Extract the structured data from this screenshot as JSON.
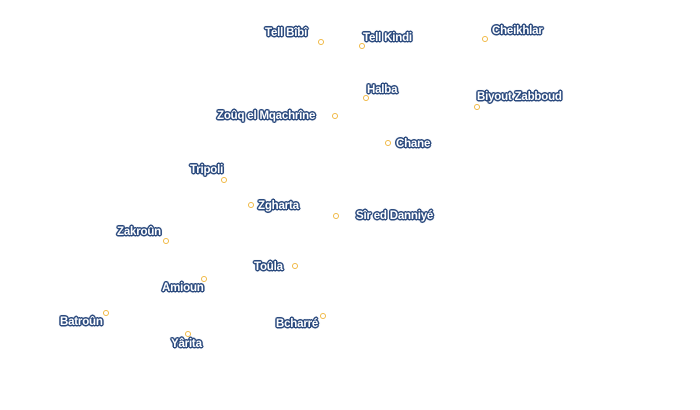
{
  "map": {
    "colors": {
      "marker": "#f0b945",
      "label_text": "#ffffff",
      "label_halo": "#2b4a7e",
      "background": "#ffffff"
    },
    "places": [
      {
        "id": "tell-bibi",
        "name": "Tell Bîbî"
      },
      {
        "id": "tell-kindi",
        "name": "Tell Kindi"
      },
      {
        "id": "cheikhlar",
        "name": "Cheikhlar"
      },
      {
        "id": "halba",
        "name": "Halba"
      },
      {
        "id": "biyout-zabboud",
        "name": "Biyout Zabboud"
      },
      {
        "id": "zouq-el-mqachrine",
        "name": "Zoûq el Mqachrîne"
      },
      {
        "id": "chane",
        "name": "Chane"
      },
      {
        "id": "tripoli",
        "name": "Tripoli"
      },
      {
        "id": "zgharta",
        "name": "Zgharta"
      },
      {
        "id": "sir-ed-danniye",
        "name": "Sîr ed Danniyé"
      },
      {
        "id": "zakroun",
        "name": "Zakroûn"
      },
      {
        "id": "toula",
        "name": "Toûla"
      },
      {
        "id": "amioun",
        "name": "Amioun"
      },
      {
        "id": "batroun",
        "name": "Batroûn"
      },
      {
        "id": "bcharre",
        "name": "Bcharré"
      },
      {
        "id": "yarita",
        "name": "Yârita"
      }
    ]
  }
}
